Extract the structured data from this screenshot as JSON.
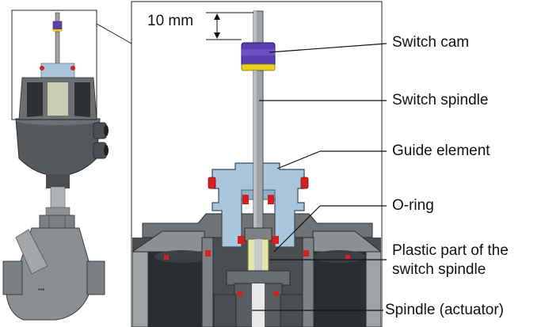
{
  "dimension": {
    "text": "10 mm"
  },
  "labels": {
    "switch_cam": "Switch cam",
    "switch_spindle": "Switch spindle",
    "guide_element": "Guide element",
    "o_ring": "O-ring",
    "plastic_part_line1": "Plastic part of the",
    "plastic_part_line2": "switch spindle",
    "spindle_actuator": "Spindle (actuator)"
  },
  "colors": {
    "cam_purple": "#5b3fb0",
    "cam_yellow": "#e6d21a",
    "guide_blue": "#a9c6dc",
    "oring_red": "#d42020",
    "plastic_yellow": "#e4e6a8",
    "metal_grey": "#9ea3a6",
    "dark_grey": "#3e4144"
  }
}
